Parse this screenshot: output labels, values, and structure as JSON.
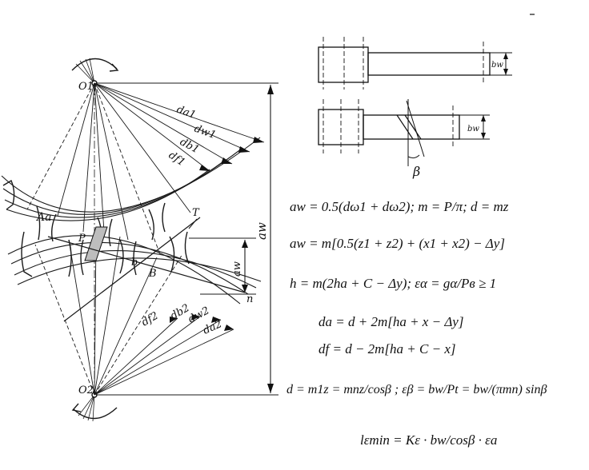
{
  "gear_labels": {
    "o1": "O1",
    "o2": "O2",
    "da1": "da1",
    "dw1": "dw1",
    "db1": "db1",
    "df1": "df1",
    "df2": "df2",
    "db2": "db2",
    "dw2": "dw2",
    "da2": "da2",
    "aw": "aw",
    "Aa": "Aa",
    "P": "P",
    "b": "b",
    "B": "B",
    "T": "T",
    "n": "n"
  },
  "width_labels": {
    "bw_top": "bw",
    "bw_bottom": "bw",
    "beta": "β"
  },
  "formulas": {
    "f1": "aw = 0.5(dω1 + dω2);   m = P/π;   d = mz",
    "f2": "aw = m[0.5(z1 + z2) + (x1 + x2) − Δy]",
    "f3": "h = m(2ha + C − Δy);   εα = gα/Pв ≥ 1",
    "f4": "da = d + 2m[ha + x − Δy]",
    "f5": "df = d − 2m[ha + C − x]",
    "f6": "d = m1z = mnz/cosβ ;  εβ = bw/Pt = bw/(πmn) sinβ",
    "f7": "lεmin = Kε · bw/cosβ · εa"
  }
}
